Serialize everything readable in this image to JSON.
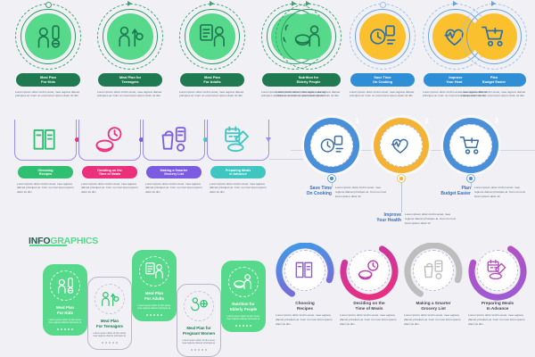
{
  "canvas": {
    "background": "#f0f0f5"
  },
  "lorem": "Lorem ipsum dolor sit dim amet, mea regione diamet principes at. Cum no movi lorem ipsum dolor sit dim",
  "lorem_short": "Lorem ipsum dolor sit dim amet, mea regione diamet principes at.",
  "lorem_mid": "Lorem ipsum dolor sit dim amet, mea regione diamet principes at. Cum no movi lorem ipsum dolor sit",
  "brand": {
    "title_part1": "INFO",
    "title_part2": "GRAPHICS",
    "color1": "#1f5c4a",
    "color2": "#56d98a"
  },
  "top_row": {
    "green_accent": "#1f7a52",
    "blue_accent": "#2f8fd6",
    "items": [
      {
        "label": "Meal Plan\nFor Kids",
        "line1": "Meal Plan",
        "line2": "For Kids",
        "theme": "green",
        "icon": "kids-meal-icon"
      },
      {
        "label": "Meal Plan for Teenagers",
        "line1": "Meal Plan for",
        "line2": "Teenagers",
        "theme": "green",
        "icon": "teenager-meal-icon"
      },
      {
        "label": "Meal Plan For Adults",
        "line1": "Meal Plan",
        "line2": "For Adults",
        "theme": "green",
        "icon": "adult-meal-icon"
      },
      {
        "label": "Meal Plan for Pregnant Women",
        "line1": "Meal Plan for",
        "line2": "Pregnant Women",
        "theme": "green",
        "icon": "pregnant-meal-icon"
      },
      {
        "label": "Nutrition for Elderly People",
        "line1": "Nutrition for",
        "line2": "Elderly People",
        "theme": "green",
        "icon": "elderly-meal-icon"
      },
      {
        "label": "Save Time On Cooking",
        "line1": "Save Time",
        "line2": "On Cooking",
        "theme": "blue",
        "icon": "clock-cooking-icon"
      },
      {
        "label": "Improve Your Health",
        "line1": "Improve",
        "line2": "Your Health",
        "theme": "blue",
        "icon": "health-heart-icon"
      },
      {
        "label": "Plan Budget Easier",
        "line1": "Plan",
        "line2": "Budget Easier",
        "theme": "blue",
        "icon": "budget-cart-icon"
      }
    ]
  },
  "mid_left": {
    "items": [
      {
        "line1": "Choosing",
        "line2": "Recipes",
        "color": "#2fbf71",
        "icon": "recipe-book-icon"
      },
      {
        "line1": "Deciding on the",
        "line2": "Time of Meals",
        "color": "#ec2f7b",
        "icon": "meal-clock-icon"
      },
      {
        "line1": "Making a Smarter",
        "line2": "Grocery List",
        "color": "#7b5ce0",
        "icon": "grocery-list-icon"
      },
      {
        "line1": "Preparing Meals",
        "line2": "in Advance",
        "color": "#3fc6c1",
        "icon": "calendar-prep-icon"
      }
    ]
  },
  "mid_right": {
    "axis_color": "#cdd5e0",
    "nodes": [
      {
        "number": "1",
        "line1": "Save Time",
        "line2": "On Cooking",
        "color": "#4a90d9",
        "icon": "clock-cooking-icon",
        "position": "above"
      },
      {
        "number": "2",
        "line1": "Improve",
        "line2": "Your Health",
        "color": "#f5b335",
        "icon": "health-heart-icon",
        "position": "below"
      },
      {
        "number": "3",
        "line1": "Plan",
        "line2": "Budget Easier",
        "color": "#4a90d9",
        "icon": "budget-cart-icon",
        "position": "above"
      }
    ]
  },
  "bottom_left": {
    "cards": [
      {
        "line1": "Meal Plan",
        "line2": "For Kids",
        "style": "fill",
        "icon": "kids-meal-icon",
        "dots": 5
      },
      {
        "line1": "Meal Plan",
        "line2": "For Teenagers",
        "style": "ghost",
        "icon": "teenager-meal-icon",
        "dots": 5
      },
      {
        "line1": "Meal Plan",
        "line2": "For Adults",
        "style": "fill",
        "icon": "adult-meal-icon",
        "dots": 5
      },
      {
        "line1": "Meal Plan for",
        "line2": "Pregnant Women",
        "style": "ghost",
        "icon": "pregnant-meal-icon",
        "dots": 5
      },
      {
        "line1": "Nutrition for",
        "line2": "Elderly People",
        "style": "fill",
        "icon": "elderly-meal-icon",
        "dots": 5
      }
    ]
  },
  "bottom_right": {
    "nodes": [
      {
        "line1": "Choosing",
        "line2": "Recipes",
        "c1": "#3aa0e8",
        "c2": "#8a5cd6",
        "icon": "recipe-book-icon"
      },
      {
        "line1": "Deciding on the",
        "line2": "Time of Meals",
        "c1": "#ec2f7b",
        "c2": "#c13aa8",
        "icon": "meal-clock-icon"
      },
      {
        "line1": "Making a Smarter",
        "line2": "Grocery List",
        "c1": "#bdbdbd",
        "c2": "#bdbdbd",
        "icon": "grocery-list-icon"
      },
      {
        "line1": "Preparing Meals",
        "line2": "In Advance",
        "c1": "#9b5cd6",
        "c2": "#b84fc0",
        "icon": "calendar-prep-icon"
      }
    ]
  }
}
